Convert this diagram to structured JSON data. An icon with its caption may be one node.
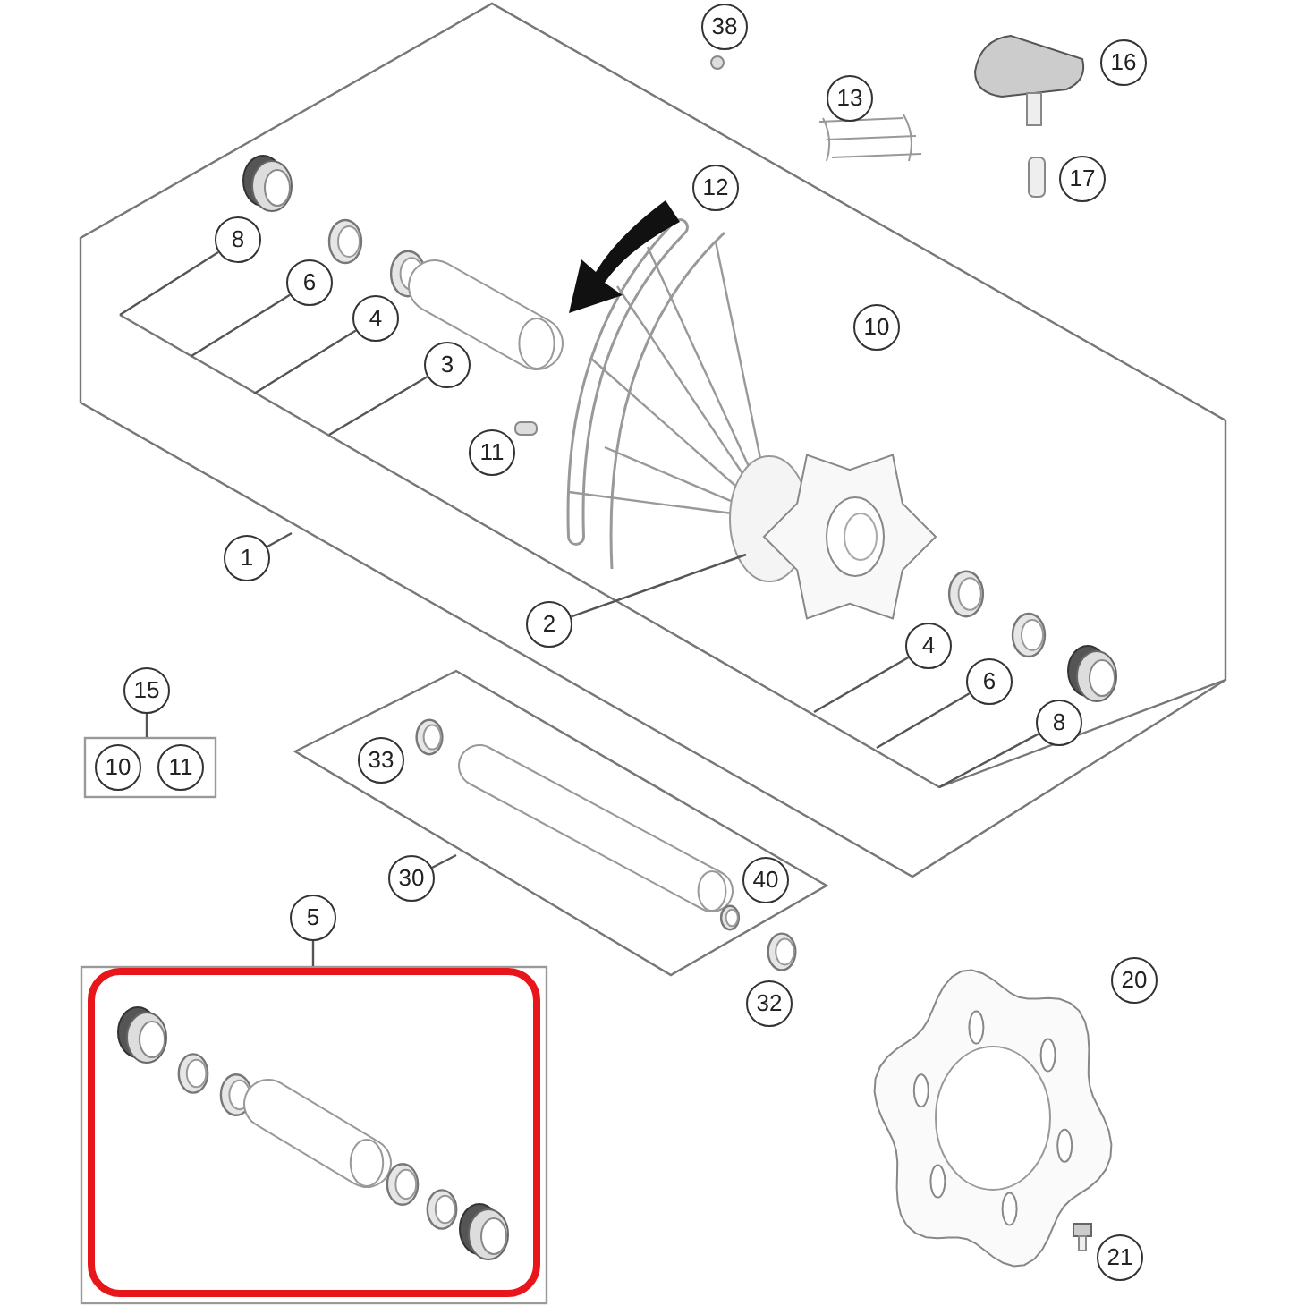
{
  "diagram": {
    "nodes": [
      {
        "text": [
          "38"
        ]
      },
      {
        "text": [
          "16"
        ]
      },
      {
        "text": [
          "13"
        ]
      },
      {
        "text": [
          "17"
        ]
      },
      {
        "text": [],
        "shape": "box"
      },
      {
        "text": [
          "12"
        ],
        "in": 4
      },
      {
        "text": [
          "8"
        ],
        "in": 4
      },
      {
        "text": [
          "6"
        ],
        "in": 4
      },
      {
        "text": [
          "10"
        ],
        "in": 4
      },
      {
        "text": [
          "4"
        ],
        "in": 4
      },
      {
        "text": [
          "3"
        ],
        "in": 4
      },
      {
        "text": [
          "11"
        ],
        "in": 4
      },
      {
        "text": [],
        "shape": "picture",
        "in": 4
      },
      {
        "text": [
          "1"
        ]
      },
      {
        "text": [
          "2"
        ],
        "in": 4
      },
      {
        "text": [
          "4"
        ],
        "in": 4
      },
      {
        "text": [
          "6"
        ],
        "in": 4
      },
      {
        "text": [
          "8"
        ],
        "in": 4
      },
      {
        "text": [
          "15"
        ]
      },
      {
        "text": [],
        "shape": "box"
      },
      {
        "text": [
          "10"
        ],
        "in": 19
      },
      {
        "text": [
          "11"
        ],
        "in": 19
      },
      {
        "text": [],
        "shape": "box"
      },
      {
        "text": [
          "33"
        ],
        "in": 22
      },
      {
        "text": [
          "30"
        ]
      },
      {
        "text": [
          "40"
        ],
        "in": 22
      },
      {
        "text": [
          "5"
        ]
      },
      {
        "text": [],
        "shape": "box"
      },
      {
        "text": [
          "32"
        ]
      },
      {
        "text": [
          "20"
        ]
      },
      {
        "text": [
          "21"
        ]
      }
    ],
    "edges": [
      {
        "from": 6,
        "to": 4,
        "arrow": "none"
      },
      {
        "from": 7,
        "to": 4,
        "arrow": "none"
      },
      {
        "from": 9,
        "to": 4,
        "arrow": "none"
      },
      {
        "from": 10,
        "to": 4,
        "arrow": "none"
      },
      {
        "from": 14,
        "to": 12,
        "arrow": "none"
      },
      {
        "from": 15,
        "to": 4,
        "arrow": "none"
      },
      {
        "from": 16,
        "to": 4,
        "arrow": "none"
      },
      {
        "from": 17,
        "to": 4,
        "arrow": "none"
      },
      {
        "from": 13,
        "to": 4,
        "arrow": "none"
      },
      {
        "from": 18,
        "to": 19,
        "arrow": "none"
      },
      {
        "from": 24,
        "to": 22,
        "arrow": "none"
      },
      {
        "from": 26,
        "to": 27,
        "arrow": "none"
      }
    ]
  }
}
